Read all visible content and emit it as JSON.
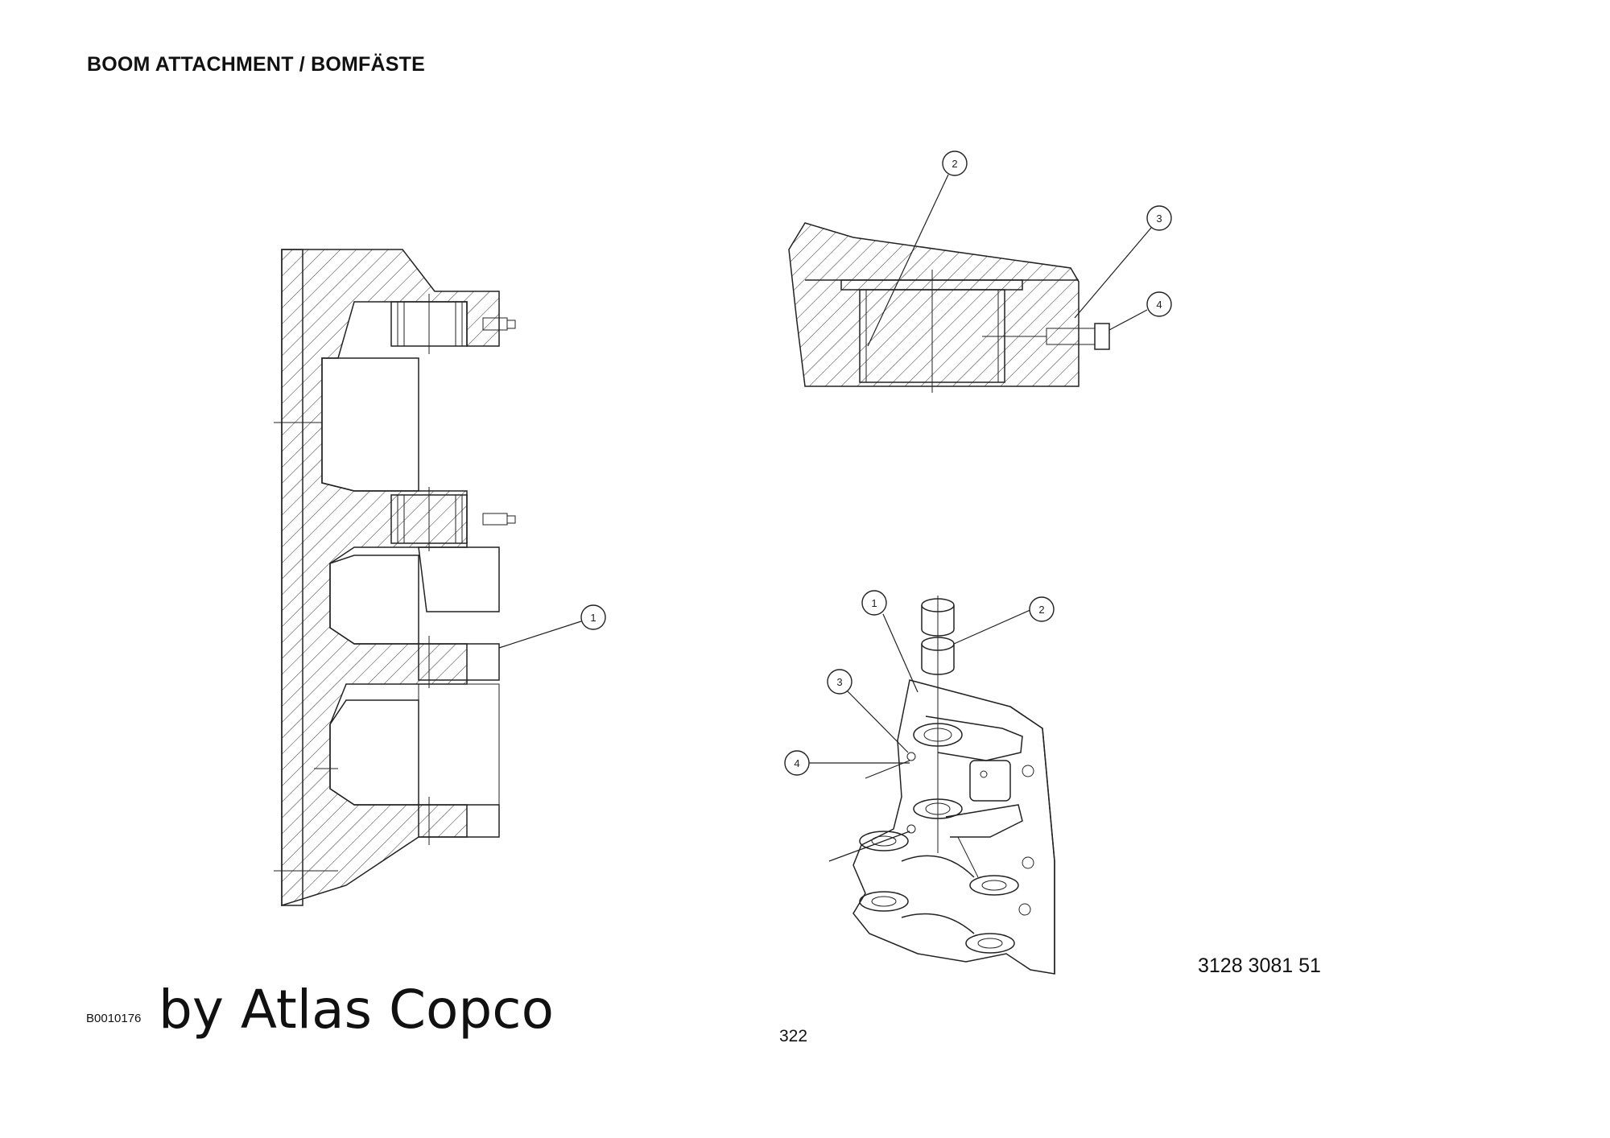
{
  "header": {
    "title": "BOOM ATTACHMENT / BOMFÄSTE"
  },
  "footer": {
    "figure_code": "B0010176",
    "brand": "by Atlas Copco",
    "page_number": "322",
    "part_number": "3128 3081 51"
  },
  "callouts": {
    "section_view": [
      "1"
    ],
    "detail_view": [
      "2",
      "3",
      "4"
    ],
    "iso_view": [
      "1",
      "2",
      "3",
      "4"
    ]
  }
}
